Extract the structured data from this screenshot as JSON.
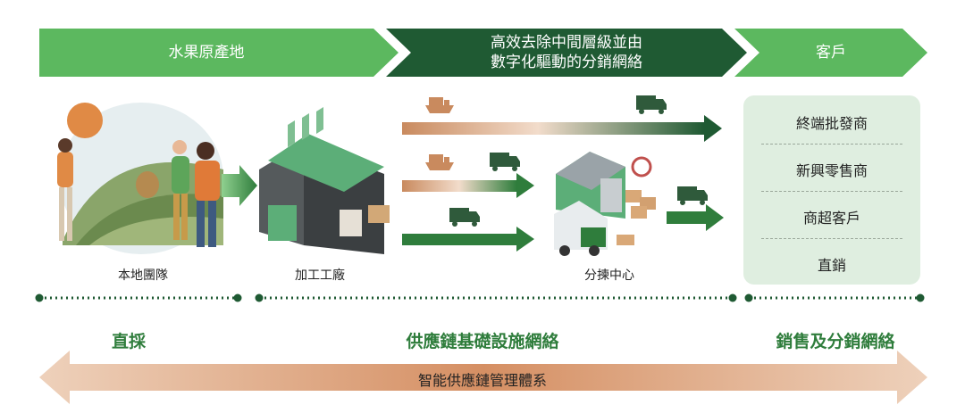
{
  "header": {
    "origin": "水果原產地",
    "middle_line1": "高效去除中間層級並由",
    "middle_line2": "數字化驅動的分銷網絡",
    "customers": "客戶"
  },
  "stages": {
    "local_team": "本地團隊",
    "factory": "加工工廠",
    "sorting_center": "分揀中心"
  },
  "customer_list": [
    "終端批發商",
    "新興零售商",
    "商超客戶",
    "直銷"
  ],
  "segments": {
    "direct": "直採",
    "supply_chain": "供應鏈基礎設施網絡",
    "sales": "銷售及分銷網絡"
  },
  "bottom_arrow": "智能供應鏈管理體系",
  "colors": {
    "light_green": "#5cb85f",
    "dark_green": "#1f5a33",
    "customer_bg": "#dfeee0",
    "bottom_arrow": "#d9a07c"
  }
}
